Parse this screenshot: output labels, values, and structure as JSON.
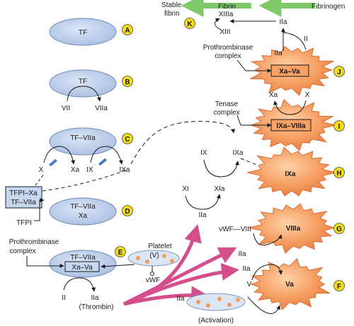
{
  "header": {
    "stable_fibrin": [
      "Stable",
      "fibrin"
    ],
    "fibrin": "Fibrin",
    "fibrinogen": "Fibrinogen"
  },
  "colors": {
    "ellipse_fill": "#b9cbe6",
    "ellipse_edge": "#7f97bf",
    "platelet_fill": "#f39a5f",
    "platelet_edge": "#d8703a",
    "badge_fill": "#f3dd1a",
    "arrow_green": "#7fc96b",
    "arrow_magenta": "#d44e8c",
    "tfpi_box_fill": "#c6d7ef"
  },
  "steps": {
    "A": {
      "badge": "A",
      "label": "TF"
    },
    "B": {
      "badge": "B",
      "label": "TF",
      "substrate": "VII",
      "product": "VIIa"
    },
    "C": {
      "badge": "C",
      "complex": "TF–VIIa",
      "sub1": "X",
      "prod1": "Xa",
      "sub2": "IX",
      "prod2": "IXa"
    },
    "tfpi": {
      "box_line1": "TFPI–Xa",
      "box_line2": "TF–VIIa",
      "label": "TFPI"
    },
    "D": {
      "badge": "D",
      "line1": "TF–VIIa",
      "line2": "Xa"
    },
    "E": {
      "badge": "E",
      "complex": "TF–VIIa",
      "box": "Xa–Va",
      "prothrombinase": [
        "Prothrombinase",
        "complex"
      ],
      "substrate": "II",
      "product": "IIa",
      "product_note": "(Thrombin)",
      "platelet": "Platelet",
      "platelet_v": "(V)",
      "vwf": "vWF"
    },
    "F": {
      "badge": "F",
      "center": "Va",
      "in_iia": "IIa",
      "v": "V",
      "activation_iia": "IIa",
      "activation": "(Activation)"
    },
    "G": {
      "badge": "G",
      "center": "VIIIa",
      "vwf_viii": "vWF—VIII",
      "iia": "IIa"
    },
    "H": {
      "badge": "H",
      "center": "IXa",
      "ix": "IX",
      "ixa": "IXa",
      "xi": "XI",
      "xia": "XIa",
      "iia": "IIa"
    },
    "I": {
      "badge": "I",
      "box": "IXa–VIIIa",
      "tenase": [
        "Tenase",
        "complex"
      ],
      "xa": "Xa",
      "x": "X"
    },
    "J": {
      "badge": "J",
      "box": "Xa–Va",
      "prothrombinase": [
        "Prothrombinase",
        "complex"
      ],
      "iia": "IIa",
      "ii": "II"
    },
    "K": {
      "badge": "K",
      "xiiia": "XIIIa",
      "xiii": "XIII",
      "iia": "IIa"
    }
  }
}
